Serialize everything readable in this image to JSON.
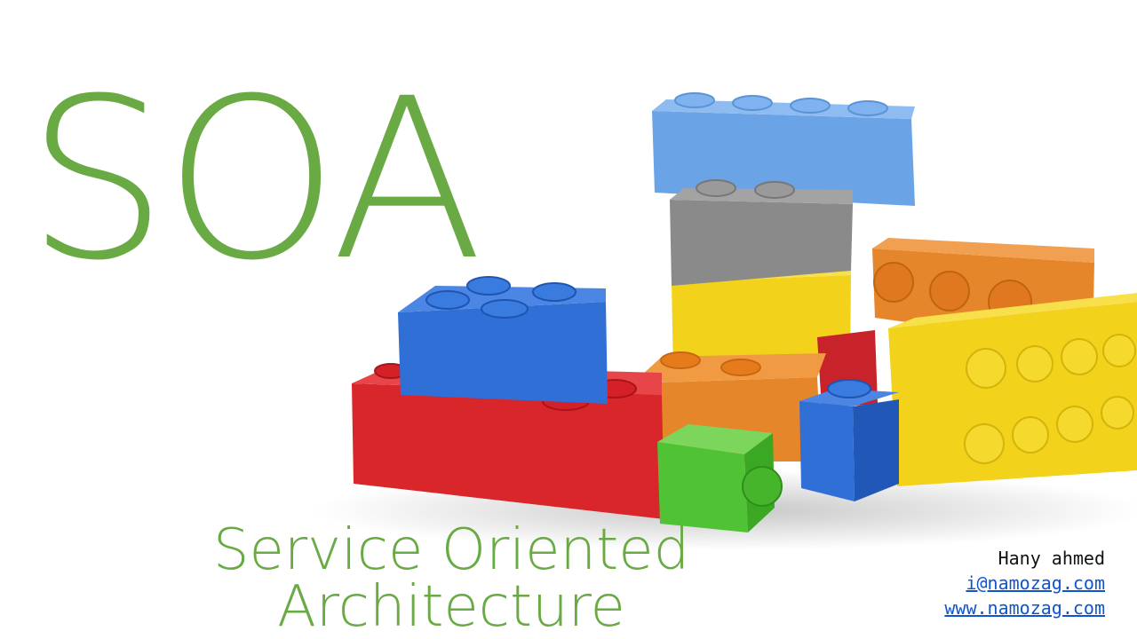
{
  "slide": {
    "title": "SOA",
    "subtitle_line1": "Service Oriented",
    "subtitle_line2": "Architecture",
    "author_name": "Hany ahmed",
    "email": "i@namozag.com",
    "website": "www.namozag.com",
    "image": "lego-bricks-illustration"
  },
  "colors": {
    "accent_green": "#6aaa44",
    "link_blue": "#1155cc",
    "brick_red": "#d8262b",
    "brick_blue": "#2f6fd6",
    "brick_light_blue": "#6aa4e6",
    "brick_gray": "#8a8a8a",
    "brick_yellow": "#f2d21b",
    "brick_orange": "#e6862a",
    "brick_green": "#4fc235"
  }
}
